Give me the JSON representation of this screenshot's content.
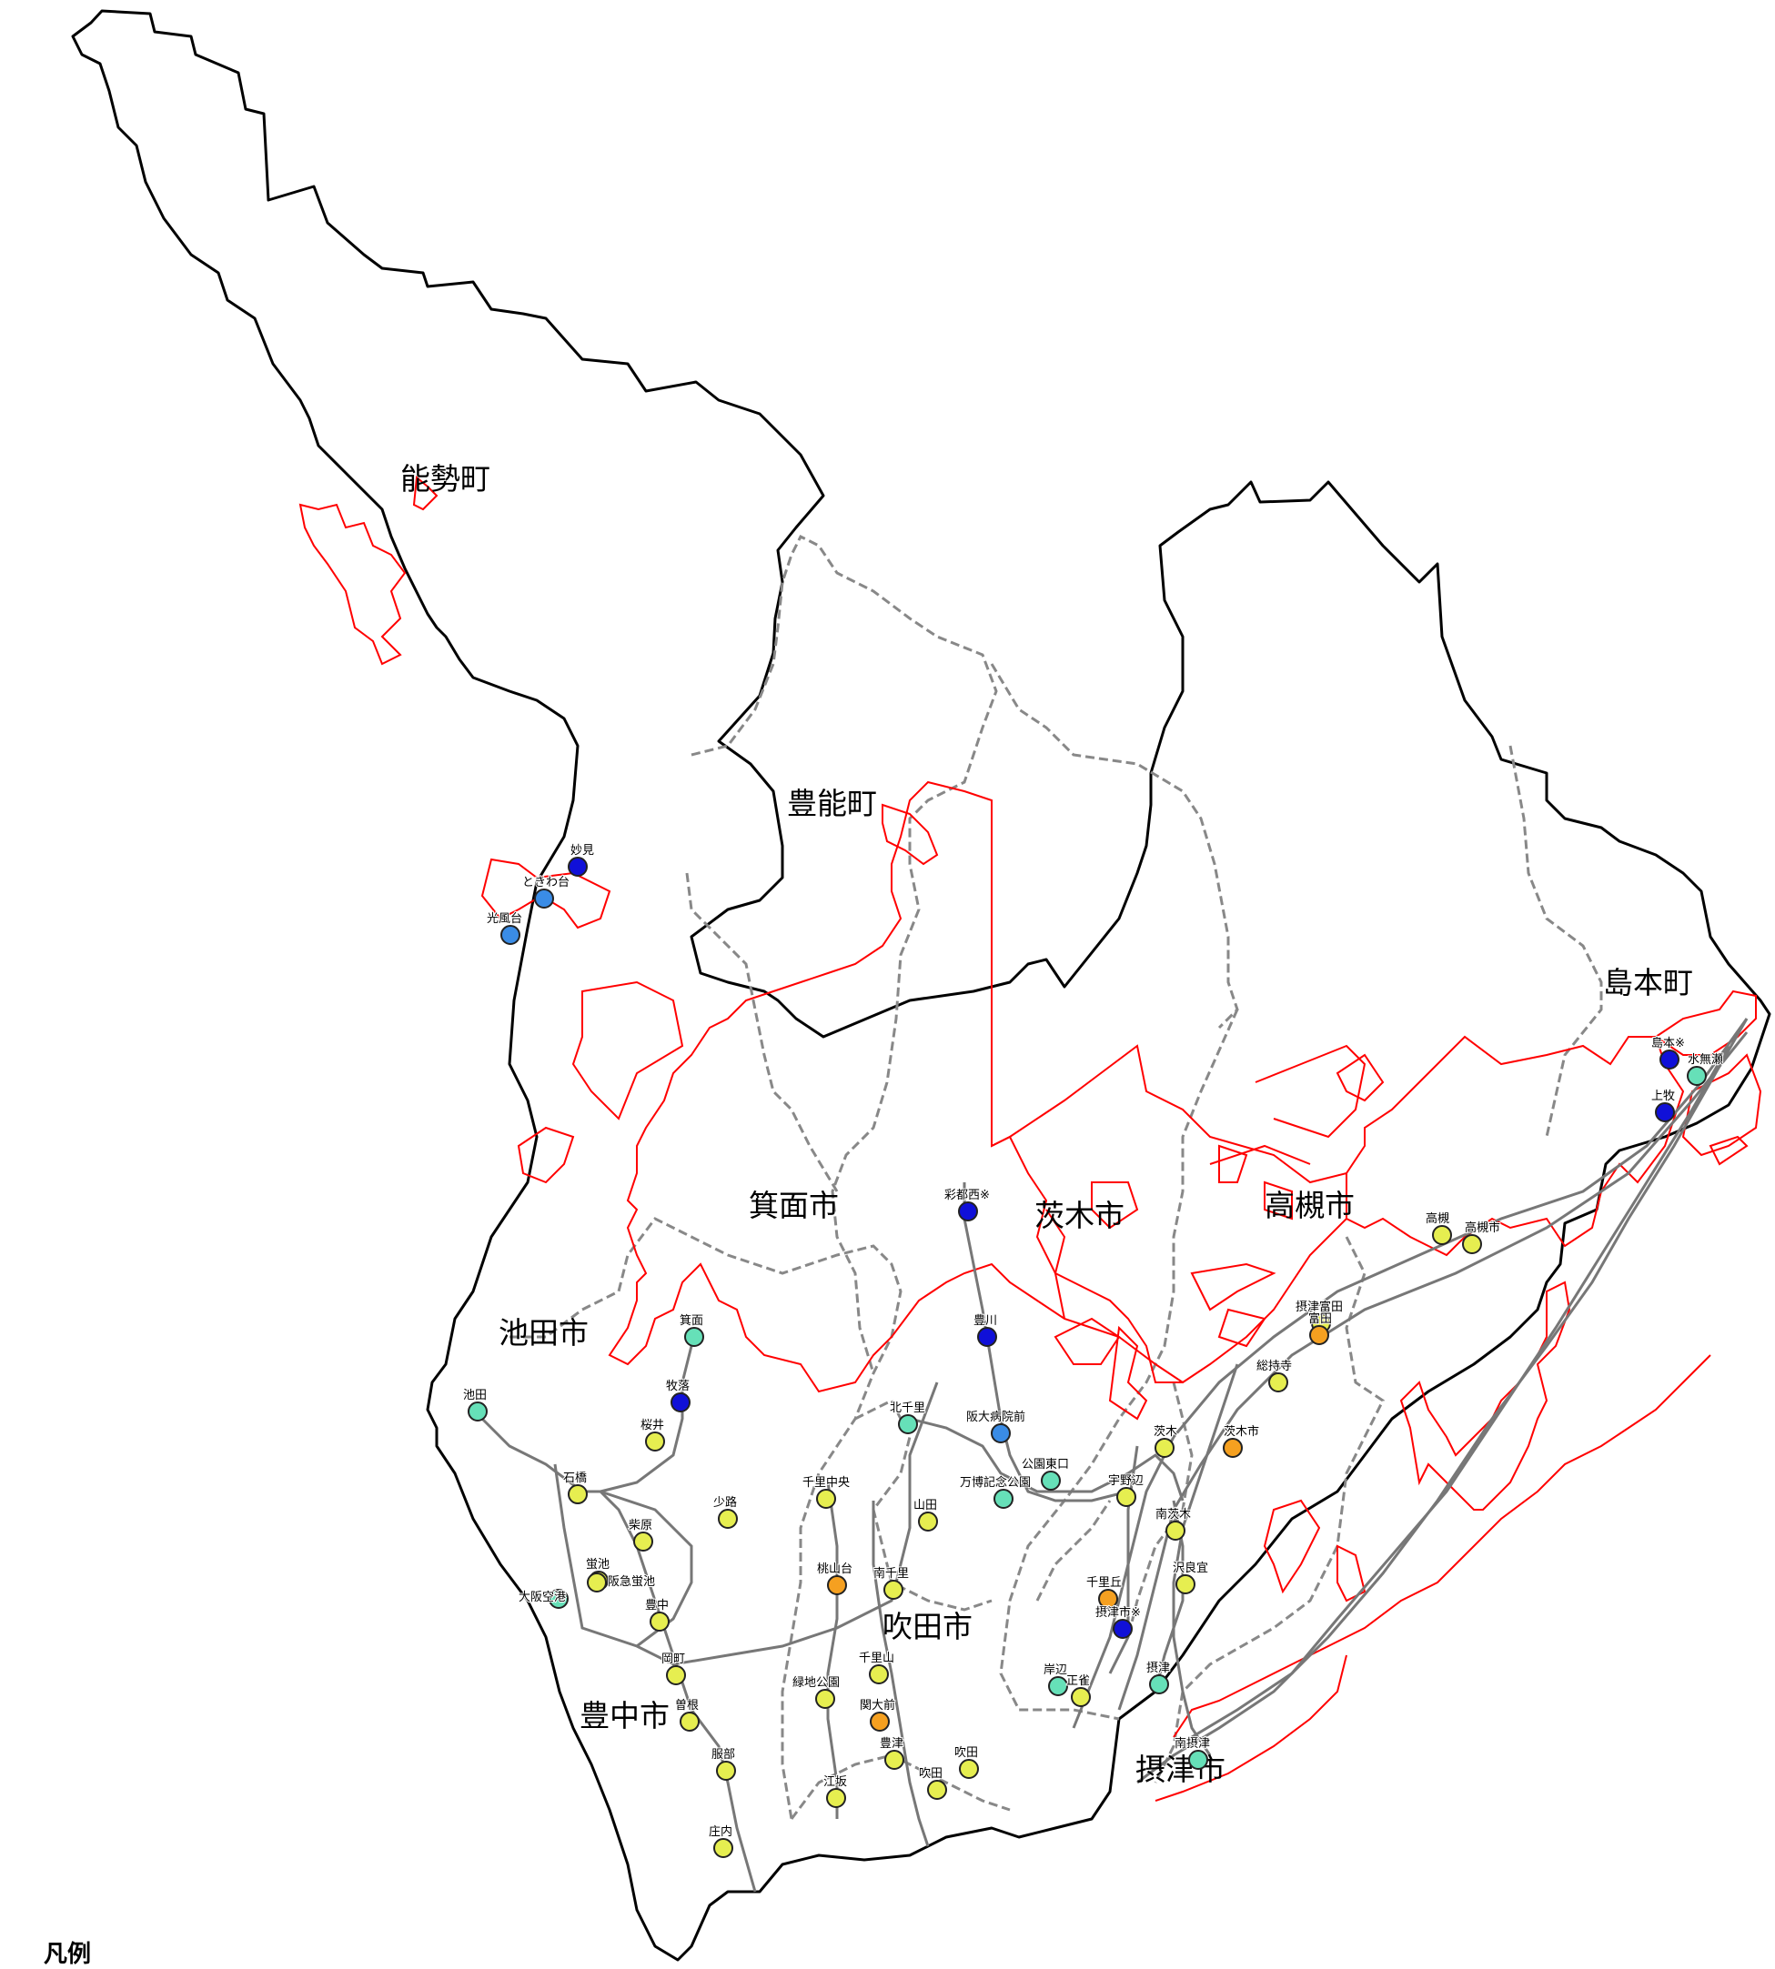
{
  "legend": {
    "title": "凡例"
  },
  "colors": {
    "boundary": "#000000",
    "district": "#ff0000",
    "rail": "#777777",
    "cat_navy": "#1010d8",
    "cat_blue": "#3a8ce6",
    "cat_teal": "#66e0b8",
    "cat_yellow": "#e6ee50",
    "cat_orange": "#f5a020"
  },
  "municipalities": [
    {
      "id": "nose",
      "label": "能勢町"
    },
    {
      "id": "toyono",
      "label": "豊能町"
    },
    {
      "id": "minoh",
      "label": "箕面市"
    },
    {
      "id": "ibaraki",
      "label": "茨木市"
    },
    {
      "id": "takatsuki",
      "label": "高槻市"
    },
    {
      "id": "shimamoto",
      "label": "島本町"
    },
    {
      "id": "ikeda",
      "label": "池田市"
    },
    {
      "id": "suita",
      "label": "吹田市"
    },
    {
      "id": "toyonaka",
      "label": "豊中市"
    },
    {
      "id": "settsu",
      "label": "摂津市"
    }
  ],
  "stations": [
    {
      "label": "妙見",
      "color": "cat_navy"
    },
    {
      "label": "ときわ台",
      "color": "cat_blue"
    },
    {
      "label": "光風台",
      "color": "cat_blue"
    },
    {
      "label": "彩都西※",
      "color": "cat_navy"
    },
    {
      "label": "豊川",
      "color": "cat_navy"
    },
    {
      "label": "阪大病院前",
      "color": "cat_blue"
    },
    {
      "label": "島本※",
      "color": "cat_navy"
    },
    {
      "label": "水無瀬",
      "color": "cat_teal"
    },
    {
      "label": "上牧",
      "color": "cat_navy"
    },
    {
      "label": "高槻",
      "color": "cat_yellow"
    },
    {
      "label": "高槻市",
      "color": "cat_yellow"
    },
    {
      "label": "摂津富田",
      "color": "cat_yellow"
    },
    {
      "label": "富田",
      "color": "cat_orange"
    },
    {
      "label": "総持寺",
      "color": "cat_yellow"
    },
    {
      "label": "茨木",
      "color": "cat_yellow"
    },
    {
      "label": "茨木市",
      "color": "cat_orange"
    },
    {
      "label": "箕面",
      "color": "cat_teal"
    },
    {
      "label": "牧落",
      "color": "cat_navy"
    },
    {
      "label": "池田",
      "color": "cat_teal"
    },
    {
      "label": "桜井",
      "color": "cat_yellow"
    },
    {
      "label": "石橋",
      "color": "cat_yellow"
    },
    {
      "label": "北千里",
      "color": "cat_teal"
    },
    {
      "label": "公園東口",
      "color": "cat_teal"
    },
    {
      "label": "万博記念公園",
      "color": "cat_teal"
    },
    {
      "label": "宇野辺",
      "color": "cat_yellow"
    },
    {
      "label": "千里中央",
      "color": "cat_yellow"
    },
    {
      "label": "少路",
      "color": "cat_yellow"
    },
    {
      "label": "柴原",
      "color": "cat_yellow"
    },
    {
      "label": "山田",
      "color": "cat_yellow"
    },
    {
      "label": "南茨木",
      "color": "cat_yellow"
    },
    {
      "label": "蛍池",
      "color": "cat_yellow"
    },
    {
      "label": "阪急蛍池",
      "color": "cat_yellow"
    },
    {
      "label": "大阪空港",
      "color": "cat_teal"
    },
    {
      "label": "桃山台",
      "color": "cat_orange"
    },
    {
      "label": "南千里",
      "color": "cat_yellow"
    },
    {
      "label": "沢良宜",
      "color": "cat_yellow"
    },
    {
      "label": "千里丘",
      "color": "cat_orange"
    },
    {
      "label": "摂津市※",
      "color": "cat_navy"
    },
    {
      "label": "豊中",
      "color": "cat_yellow"
    },
    {
      "label": "岡町",
      "color": "cat_yellow"
    },
    {
      "label": "曽根",
      "color": "cat_yellow"
    },
    {
      "label": "服部",
      "color": "cat_yellow"
    },
    {
      "label": "庄内",
      "color": "cat_yellow"
    },
    {
      "label": "千里山",
      "color": "cat_yellow"
    },
    {
      "label": "関大前",
      "color": "cat_orange"
    },
    {
      "label": "緑地公園",
      "color": "cat_yellow"
    },
    {
      "label": "江坂",
      "color": "cat_yellow"
    },
    {
      "label": "豊津",
      "color": "cat_yellow"
    },
    {
      "label": "吹田",
      "color": "cat_yellow"
    },
    {
      "label": "吹田 ",
      "color": "cat_yellow"
    },
    {
      "label": "岸辺",
      "color": "cat_teal"
    },
    {
      "label": "正雀",
      "color": "cat_yellow"
    },
    {
      "label": "摂津",
      "color": "cat_teal"
    },
    {
      "label": "南摂津",
      "color": "cat_teal"
    }
  ]
}
